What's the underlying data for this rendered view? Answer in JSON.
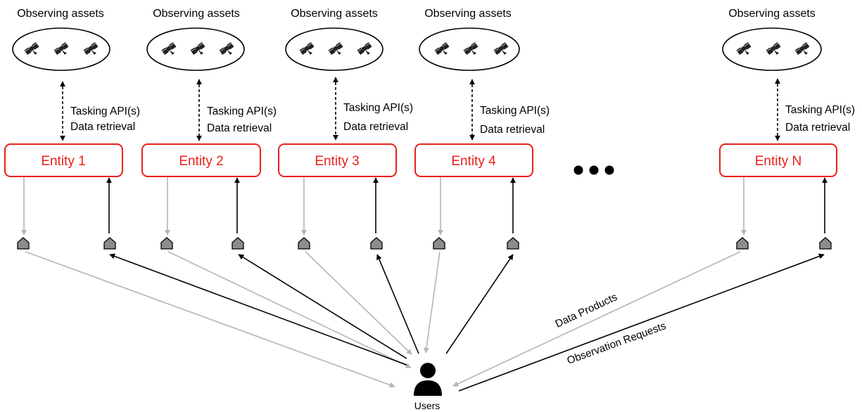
{
  "asset_label": "Observing assets",
  "api_label_1": "Tasking API(s)",
  "api_label_2": "Data retrieval",
  "entities": [
    {
      "label": "Entity 1"
    },
    {
      "label": "Entity 2"
    },
    {
      "label": "Entity 3"
    },
    {
      "label": "Entity 4"
    },
    {
      "label": "Entity N"
    }
  ],
  "ellipsis_icon": "ellipsis-dots-icon",
  "satellite_icon": "satellite-icon",
  "ground_station_icon": "ground-station-icon",
  "user_icon": "user-icon",
  "users_label": "Users",
  "flow_labels": {
    "data_products": "Data Products",
    "observation_requests": "Observation Requests"
  },
  "colors": {
    "entity_red": "#e8201a",
    "data_flow_gray": "#b5b5b5",
    "request_flow_black": "#000000",
    "station_fill": "#8c8c8c"
  }
}
